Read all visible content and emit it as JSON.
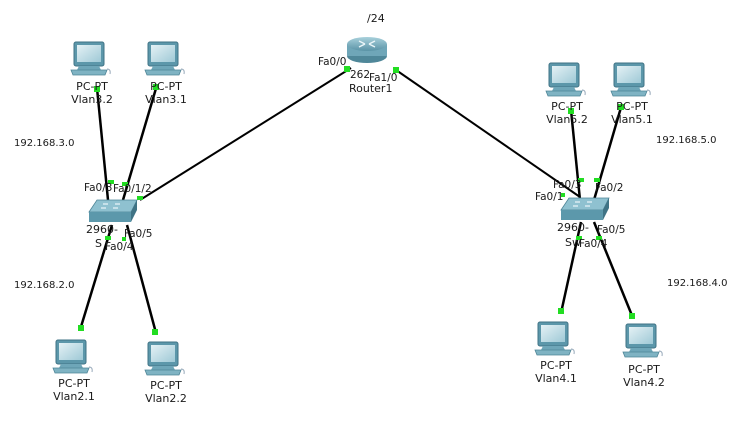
{
  "topology": {
    "router": {
      "name": "Router1",
      "model_partial": "262",
      "mask_note": "/24",
      "ports": [
        "Fa0/0",
        "Fa1/0"
      ]
    },
    "switches": [
      {
        "id": "switch-left",
        "model_partial": "2960-",
        "name_partial": "S",
        "ports": {
          "a": "Fa0/3",
          "b": "Fa0/1/2",
          "c": "Fa0/5",
          "d": "Fa0/4"
        }
      },
      {
        "id": "switch-right",
        "model_partial": "2960-",
        "name_partial": "Sw",
        "ports": {
          "a": "Fa0/3",
          "b": "Fa0/2",
          "c": "Fa0/1",
          "d": "Fa0/5",
          "e": "Fa0/4"
        }
      }
    ],
    "pcs": [
      {
        "type": "PC-PT",
        "name": "Vlan3.2"
      },
      {
        "type": "PC-PT",
        "name": "Vlan3.1"
      },
      {
        "type": "PC-PT",
        "name": "Vlan2.1"
      },
      {
        "type": "PC-PT",
        "name": "Vlan2.2"
      },
      {
        "type": "PC-PT",
        "name": "Vlan5.2"
      },
      {
        "type": "PC-PT",
        "name": "Vlan5.1"
      },
      {
        "type": "PC-PT",
        "name": "Vlan4.1"
      },
      {
        "type": "PC-PT",
        "name": "Vlan4.2"
      }
    ],
    "networks": [
      "192.168.3.0",
      "192.168.2.0",
      "192.168.5.0",
      "192.168.4.0"
    ]
  },
  "colors": {
    "link": "#000000",
    "link_up": "#22dd22",
    "device_body": "#5c9aad",
    "device_top": "#8fc3d2"
  }
}
